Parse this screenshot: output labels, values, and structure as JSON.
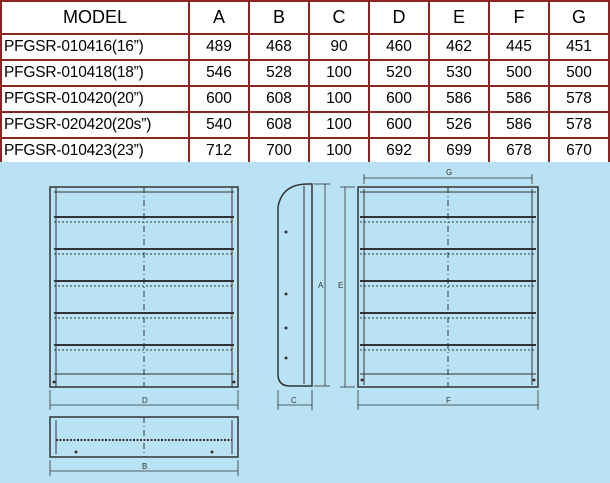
{
  "table": {
    "headers": [
      "MODEL",
      "A",
      "B",
      "C",
      "D",
      "E",
      "F",
      "G"
    ],
    "rows": [
      [
        "PFGSR-010416(16”)",
        "489",
        "468",
        "90",
        "460",
        "462",
        "445",
        "451"
      ],
      [
        "PFGSR-010418(18”)",
        "546",
        "528",
        "100",
        "520",
        "530",
        "500",
        "500"
      ],
      [
        "PFGSR-010420(20”)",
        "600",
        "608",
        "100",
        "600",
        "586",
        "586",
        "578"
      ],
      [
        "PFGSR-020420(20s”)",
        "540",
        "608",
        "100",
        "600",
        "526",
        "586",
        "578"
      ],
      [
        "PFGSR-010423(23”)",
        "712",
        "700",
        "100",
        "692",
        "699",
        "678",
        "670"
      ]
    ]
  },
  "drawing": {
    "labels": {
      "front_width": "D",
      "bottom_width": "B",
      "side_height": "A",
      "side_depth": "C",
      "back_height": "E",
      "back_width": "F",
      "back_top_width": "G"
    },
    "background_color": "#b9e3f4",
    "table_border_color": "#8b2323"
  }
}
